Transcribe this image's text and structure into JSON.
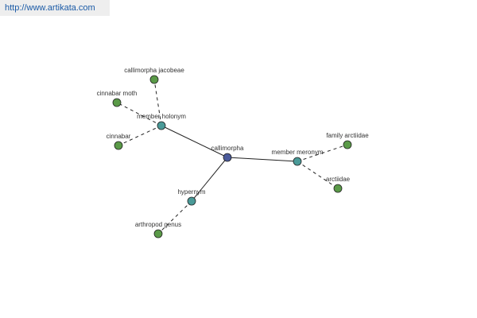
{
  "header": {
    "url": "http://www.artikata.com"
  },
  "graph": {
    "colors": {
      "center": "#4a5a9a",
      "relation": "#4a9a98",
      "leaf": "#5a9a48",
      "edge": "#222222",
      "stroke": "#222222"
    },
    "nodes": [
      {
        "id": "callimorpha",
        "label": "callimorpha",
        "kind": "center"
      },
      {
        "id": "member-holonym",
        "label": "member holonym",
        "kind": "relation"
      },
      {
        "id": "member-meronym",
        "label": "member meronym",
        "kind": "relation"
      },
      {
        "id": "hypernym",
        "label": "hypernym",
        "kind": "relation"
      },
      {
        "id": "callimorpha-jacobeae",
        "label": "callimorpha jacobeae",
        "kind": "leaf"
      },
      {
        "id": "cinnabar-moth",
        "label": "cinnabar moth",
        "kind": "leaf"
      },
      {
        "id": "cinnabar",
        "label": "cinnabar",
        "kind": "leaf"
      },
      {
        "id": "family-arctiidae",
        "label": "family arctiidae",
        "kind": "leaf"
      },
      {
        "id": "arctiidae",
        "label": "arctiidae",
        "kind": "leaf"
      },
      {
        "id": "arthropod-genus",
        "label": "arthropod genus",
        "kind": "leaf"
      }
    ],
    "edges": [
      {
        "from": "callimorpha",
        "to": "member-holonym",
        "style": "solid"
      },
      {
        "from": "callimorpha",
        "to": "member-meronym",
        "style": "solid"
      },
      {
        "from": "callimorpha",
        "to": "hypernym",
        "style": "solid"
      },
      {
        "from": "member-holonym",
        "to": "callimorpha-jacobeae",
        "style": "dashed"
      },
      {
        "from": "member-holonym",
        "to": "cinnabar-moth",
        "style": "dashed"
      },
      {
        "from": "member-holonym",
        "to": "cinnabar",
        "style": "dashed"
      },
      {
        "from": "member-meronym",
        "to": "family-arctiidae",
        "style": "dashed"
      },
      {
        "from": "member-meronym",
        "to": "arctiidae",
        "style": "dashed"
      },
      {
        "from": "hypernym",
        "to": "arthropod-genus",
        "style": "dashed"
      }
    ]
  }
}
